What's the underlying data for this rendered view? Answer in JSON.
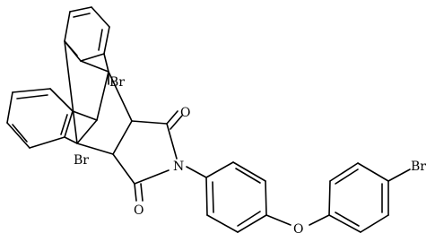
{
  "diagram": {
    "type": "skeletal-structural-formula",
    "colors": {
      "bond": "#000000",
      "label": "#000000",
      "background": "#ffffff"
    },
    "atom_labels": {
      "br_bridgehead_top": "Br",
      "br_bridgehead_bottom": "Br",
      "o_carbonyl_top": "O",
      "o_carbonyl_bottom": "O",
      "n_imide": "N",
      "o_ether": "O",
      "br_para": "Br"
    }
  }
}
